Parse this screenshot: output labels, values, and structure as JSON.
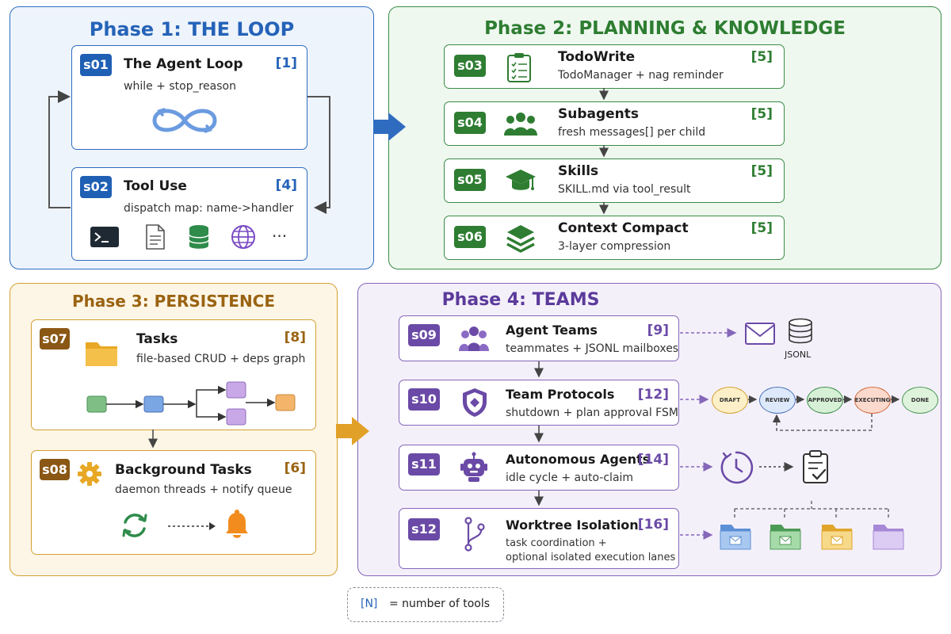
{
  "phases": [
    {
      "title": "Phase 1: THE LOOP"
    },
    {
      "title": "Phase 2: PLANNING & KNOWLEDGE"
    },
    {
      "title": "Phase 3: PERSISTENCE"
    },
    {
      "title": "Phase 4: TEAMS"
    }
  ],
  "sessions": [
    {
      "id": "s01",
      "title": "The Agent Loop",
      "subtitle": "while + stop_reason",
      "count": "[1]",
      "icon": "loop-icon"
    },
    {
      "id": "s02",
      "title": "Tool Use",
      "subtitle": "dispatch map: name->handler",
      "count": "[4]",
      "icon": "tools-icons"
    },
    {
      "id": "s03",
      "title": "TodoWrite",
      "subtitle": "TodoManager + nag reminder",
      "count": "[5]",
      "icon": "clipboard-list-icon"
    },
    {
      "id": "s04",
      "title": "Subagents",
      "subtitle": "fresh messages[] per child",
      "count": "[5]",
      "icon": "users-icon"
    },
    {
      "id": "s05",
      "title": "Skills",
      "subtitle": "SKILL.md via tool_result",
      "count": "[5]",
      "icon": "graduation-cap-icon"
    },
    {
      "id": "s06",
      "title": "Context Compact",
      "subtitle": "3-layer compression",
      "count": "[5]",
      "icon": "layers-icon"
    },
    {
      "id": "s07",
      "title": "Tasks",
      "subtitle": "file-based CRUD + deps graph",
      "count": "[8]",
      "icon": "folder-icon"
    },
    {
      "id": "s08",
      "title": "Background Tasks",
      "subtitle": "daemon threads + notify queue",
      "count": "[6]",
      "icon": "gear-icon"
    },
    {
      "id": "s09",
      "title": "Agent Teams",
      "subtitle": "teammates + JSONL mailboxes",
      "count": "[9]",
      "icon": "team-icon"
    },
    {
      "id": "s10",
      "title": "Team Protocols",
      "subtitle": "shutdown + plan approval FSM",
      "count": "[12]",
      "icon": "shield-icon"
    },
    {
      "id": "s11",
      "title": "Autonomous Agents",
      "subtitle": "idle cycle + auto-claim",
      "count": "[14]",
      "icon": "robot-icon"
    },
    {
      "id": "s12",
      "title": "Worktree Isolation",
      "subtitle_line1": "task coordination +",
      "subtitle_line2": "optional isolated execution lanes",
      "count": "[16]",
      "icon": "git-branch-icon"
    }
  ],
  "tools_row_more": "···",
  "jsonl_label": "JSONL",
  "fsm_states": [
    "DRAFT",
    "REVIEW",
    "APPROVED",
    "EXECUTING",
    "DONE"
  ],
  "legend": {
    "key": "[N]",
    "text": "= number of tools"
  },
  "colors": {
    "phase1": "#2f6cc0",
    "phase2": "#3a8c45",
    "phase3": "#d4a032",
    "phase4": "#8467b9"
  }
}
